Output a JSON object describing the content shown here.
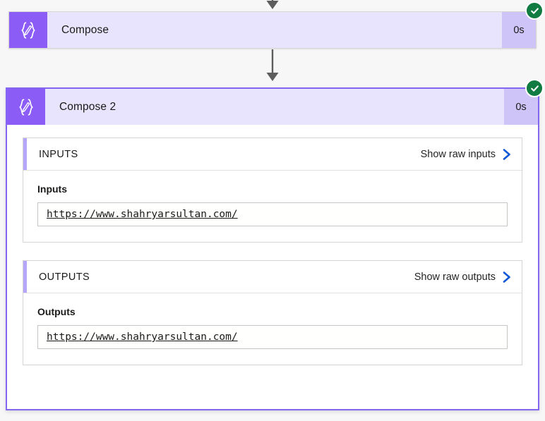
{
  "theme": {
    "background": "#f7f7f7",
    "accent_purple": "#8b5cf6",
    "header_lavender": "#e9e4fd",
    "duration_lavender": "#cec4f8",
    "section_accent": "#b5a6fb",
    "link_blue": "#1157d6",
    "status_green": "#107c41",
    "card_border_selected": "#8367f2"
  },
  "flow": {
    "connector_top": {
      "icon": "arrow-down-icon"
    },
    "connector_middle": {
      "icon": "arrow-down-icon"
    },
    "actions": [
      {
        "id": "compose",
        "title": "Compose",
        "icon": "compose-braces-pencil-icon",
        "duration": "0s",
        "status": "succeeded",
        "status_icon": "check-circle-icon",
        "expanded": false
      },
      {
        "id": "compose-2",
        "title": "Compose 2",
        "icon": "compose-braces-pencil-icon",
        "duration": "0s",
        "status": "succeeded",
        "status_icon": "check-circle-icon",
        "expanded": true,
        "sections": [
          {
            "id": "inputs",
            "heading": "INPUTS",
            "raw_link_label": "Show raw inputs",
            "raw_link_icon": "chevron-right-icon",
            "field_label": "Inputs",
            "field_value": "https://www.shahryarsultan.com/"
          },
          {
            "id": "outputs",
            "heading": "OUTPUTS",
            "raw_link_label": "Show raw outputs",
            "raw_link_icon": "chevron-right-icon",
            "field_label": "Outputs",
            "field_value": "https://www.shahryarsultan.com/"
          }
        ]
      }
    ]
  }
}
